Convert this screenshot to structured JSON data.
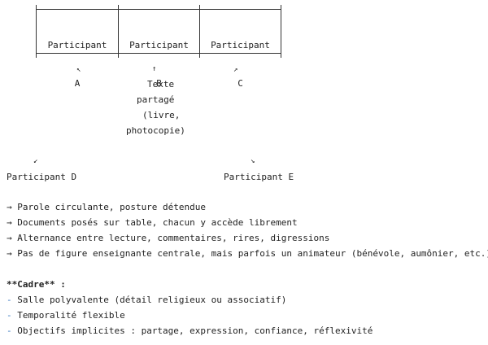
{
  "diagram": {
    "participants_top": [
      {
        "name": "Participant",
        "letter": "A"
      },
      {
        "name": "Participant",
        "letter": "B"
      },
      {
        "name": "Participant",
        "letter": "C"
      }
    ],
    "arrows": {
      "a": "↖",
      "b": "↑",
      "c": "↗",
      "d": "↙",
      "e": "↘"
    },
    "shared_text": [
      "Texte",
      "partagé",
      "(livre,",
      "photocopie)"
    ],
    "participant_d": "Participant D",
    "participant_e": "Participant E"
  },
  "bullets": [
    "→ Parole circulante, posture détendue",
    "→ Documents posés sur table, chacun y accède librement",
    "→ Alternance entre lecture, commentaires, rires, digressions",
    "→ Pas de figure enseignante centrale, mais parfois un animateur (bénévole, aumônier, etc.)"
  ],
  "cadre": {
    "heading": "**Cadre** :",
    "dash": "-",
    "items": [
      "Salle polyvalente (détail religieux ou associatif)",
      "Temporalité flexible",
      "Objectifs implicites : partage, expression, confiance, réflexivité"
    ]
  }
}
